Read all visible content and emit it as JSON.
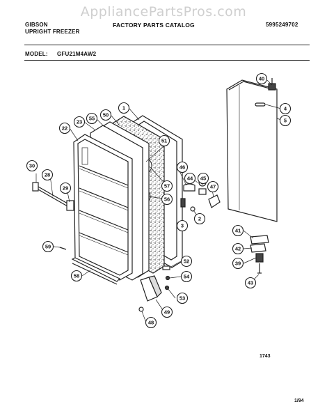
{
  "watermark": "AppliancePartsPros.com",
  "header": {
    "brand": "GIBSON",
    "product": "UPRIGHT FREEZER",
    "catalog": "FACTORY PARTS CATALOG",
    "catalog_number": "5995249702",
    "model_label": "MODEL:",
    "model_value": "GFU21M4AW2"
  },
  "callouts": [
    "40",
    "4",
    "5",
    "1",
    "50",
    "55",
    "23",
    "22",
    "51",
    "30",
    "28",
    "29",
    "46",
    "44",
    "45",
    "47",
    "57",
    "56",
    "3",
    "2",
    "41",
    "42",
    "39",
    "43",
    "59",
    "58",
    "52",
    "54",
    "53",
    "49",
    "48"
  ],
  "drawing_code": "1743",
  "footer_date": "1/94",
  "colors": {
    "line": "#222222",
    "insulation": "#9a9a9a",
    "watermark": "#cfcfcf"
  }
}
